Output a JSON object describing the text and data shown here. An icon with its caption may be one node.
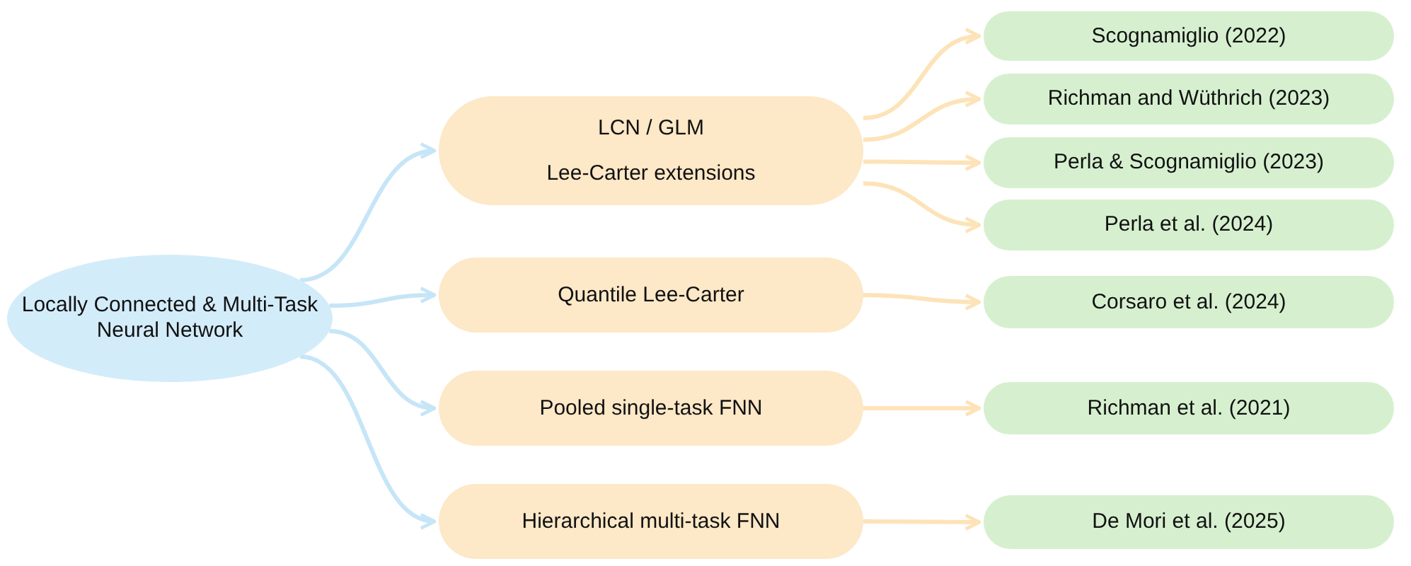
{
  "diagram": {
    "nodes": [
      {
        "text": [
          "Locally Connected  & Multi-Task Neural Network"
        ]
      },
      {
        "text": [
          "LCN / GLM",
          "Lee-Carter extensions"
        ]
      },
      {
        "text": [
          "Quantile Lee-Carter"
        ]
      },
      {
        "text": [
          "Pooled single-task FNN"
        ]
      },
      {
        "text": [
          "Hierarchical multi-task FNN"
        ]
      },
      {
        "text": [
          "Scognamiglio (2022)"
        ]
      },
      {
        "text": [
          "Richman and Wüthrich (2023)"
        ]
      },
      {
        "text": [
          "Perla & Scognamiglio (2023)"
        ]
      },
      {
        "text": [
          "Perla et al. (2024)"
        ]
      },
      {
        "text": [
          "Corsaro et al. (2024)"
        ]
      },
      {
        "text": [
          "Richman et al. (2021)"
        ]
      },
      {
        "text": [
          "De Mori et al. (2025)"
        ]
      }
    ],
    "edges": [
      {
        "from": 0,
        "to": 1,
        "arrow": "to",
        "color": "#c6e6f7"
      },
      {
        "from": 0,
        "to": 2,
        "arrow": "to",
        "color": "#c6e6f7"
      },
      {
        "from": 0,
        "to": 3,
        "arrow": "to",
        "color": "#c6e6f7"
      },
      {
        "from": 0,
        "to": 4,
        "arrow": "to",
        "color": "#c6e6f7"
      },
      {
        "from": 1,
        "to": 5,
        "arrow": "to"
      },
      {
        "from": 1,
        "to": 6,
        "arrow": "to"
      },
      {
        "from": 1,
        "to": 7,
        "arrow": "to"
      },
      {
        "from": 1,
        "to": 8,
        "arrow": "to"
      },
      {
        "from": 2,
        "to": 9,
        "arrow": "to"
      },
      {
        "from": 3,
        "to": 10,
        "arrow": "to"
      },
      {
        "from": 4,
        "to": 11,
        "arrow": "to"
      }
    ]
  }
}
